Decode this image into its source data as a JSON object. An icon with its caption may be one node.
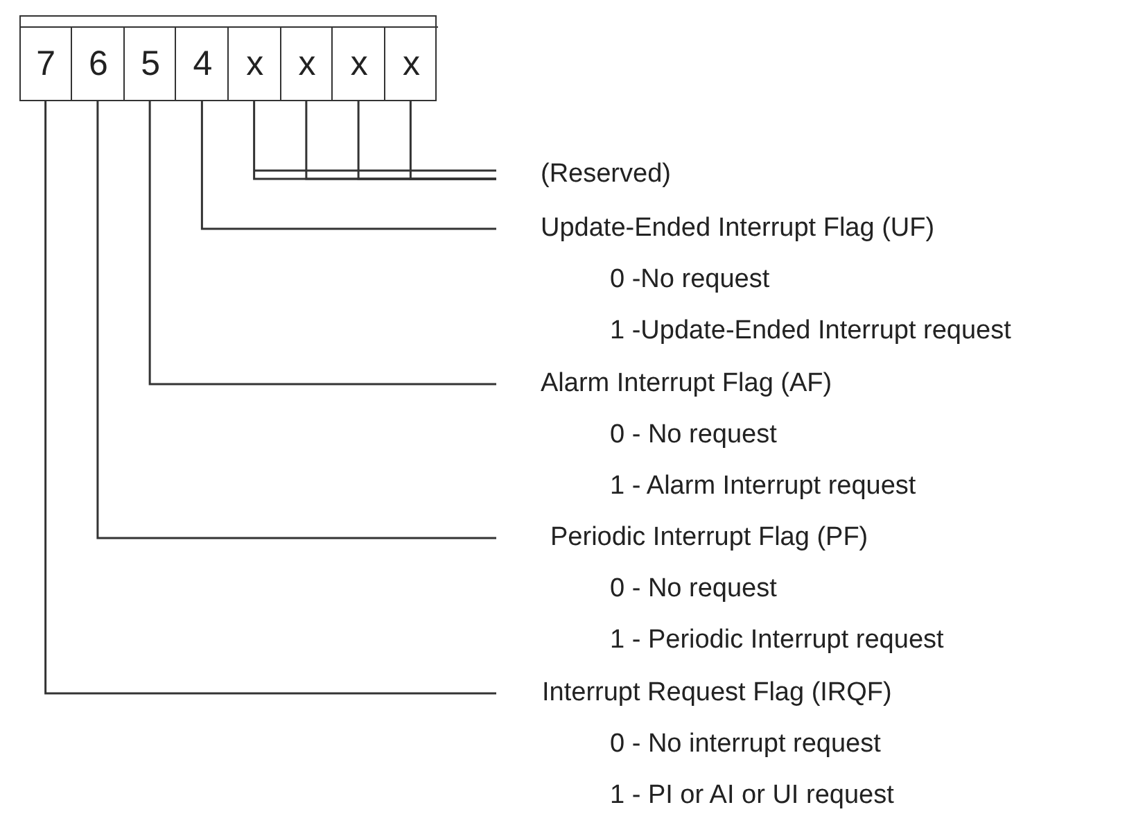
{
  "diagram": {
    "nodes": [
      {
        "text": [],
        "shape": "box"
      },
      {
        "text": [
          "7"
        ],
        "in": 0
      },
      {
        "text": [
          "6"
        ],
        "in": 0
      },
      {
        "text": [
          "5"
        ],
        "in": 0
      },
      {
        "text": [
          "4"
        ],
        "in": 0
      },
      {
        "text": [
          "x"
        ],
        "in": 0
      },
      {
        "text": [
          "x"
        ],
        "in": 0
      },
      {
        "text": [
          "x"
        ],
        "in": 0
      },
      {
        "text": [
          "x"
        ],
        "in": 0
      },
      {
        "text": [
          "(Reserved)"
        ]
      },
      {
        "text": [
          "Update-Ended Interrupt Flag (UF)"
        ],
        "beside": [
          "0 -No request",
          "1 -Update-Ended Interrupt request"
        ]
      },
      {
        "text": [
          "Alarm Interrupt Flag (AF)"
        ],
        "beside": [
          "0 - No request",
          "1 - Alarm Interrupt request"
        ]
      },
      {
        "text": [
          "Periodic Interrupt Flag (PF)"
        ],
        "beside": [
          "0 - No request",
          "1 - Periodic Interrupt request"
        ]
      },
      {
        "text": [
          "Interrupt Request Flag (IRQF)"
        ],
        "beside": [
          "0 - No interrupt request",
          "1 - PI or AI or UI request"
        ]
      }
    ],
    "edges": [
      {
        "from": 5,
        "to": 9,
        "arrow": "none"
      },
      {
        "from": 6,
        "to": 9,
        "arrow": "none"
      },
      {
        "from": 7,
        "to": 9,
        "arrow": "none"
      },
      {
        "from": 8,
        "to": 9,
        "arrow": "none"
      },
      {
        "from": 4,
        "to": 10,
        "arrow": "none"
      },
      {
        "from": 3,
        "to": 11,
        "arrow": "none"
      },
      {
        "from": 2,
        "to": 12,
        "arrow": "none"
      },
      {
        "from": 1,
        "to": 13,
        "arrow": "none"
      }
    ]
  }
}
